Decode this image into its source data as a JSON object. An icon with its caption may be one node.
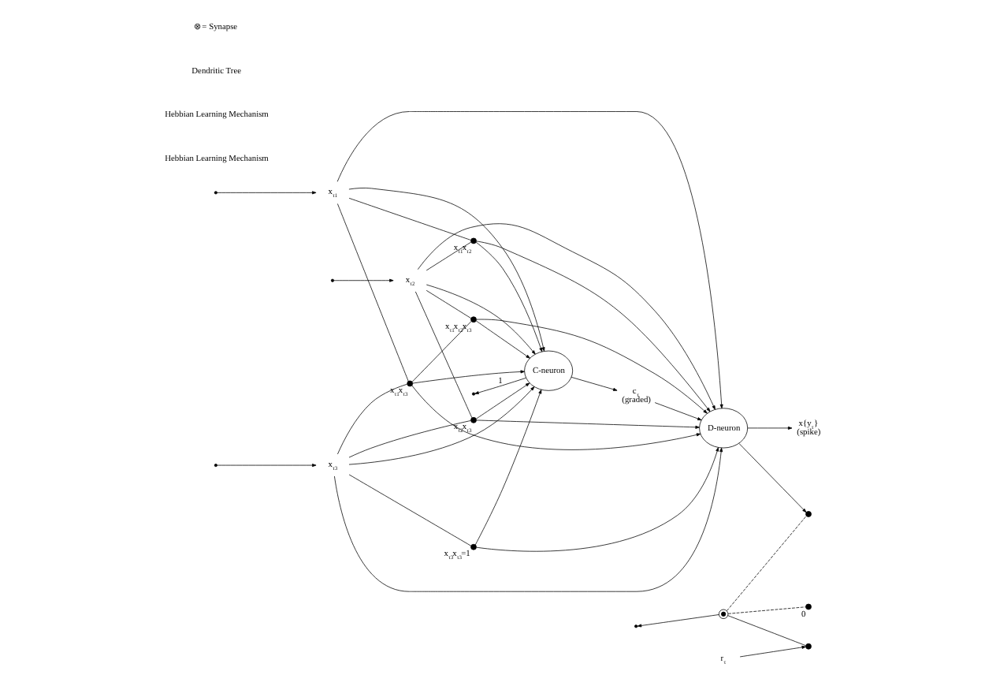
{
  "diagram": {
    "nodes": [
      {
        "text": [
          "x$_{τ1}$"
        ]
      },
      {
        "text": [
          "x$_{τ2}$"
        ]
      },
      {
        "text": [
          "x$_{τ3}$"
        ]
      },
      {
        "text": [],
        "shape": "circle",
        "beside": [
          "x$_{τ1}$x$_{τ2}$"
        ]
      },
      {
        "text": [],
        "shape": "circle",
        "beside": [
          "x$_{τ1}$x$_{τ3}$"
        ]
      },
      {
        "text": [],
        "shape": "circle",
        "beside": [
          "x$_{τ1}$x$_{τ2}$x$_{τ3}$"
        ]
      },
      {
        "text": [],
        "shape": "circle",
        "beside": [
          "x$_{τ2}$x$_{τ3}$"
        ]
      },
      {
        "text": [],
        "shape": "circle",
        "beside": [
          "x$_{τ3}$x$_{τ3}$=1"
        ]
      },
      {
        "text": [
          "D-neuron"
        ]
      },
      {
        "text": [
          "C-neuron"
        ]
      },
      {
        "text": [],
        "shape": "circle"
      },
      {
        "text": [],
        "shape": "circle"
      },
      {
        "text": [],
        "shape": "circle",
        "beside": [
          "0"
        ]
      },
      {
        "text": [],
        "shape": "circle"
      },
      {
        "text": [
          "x{y$_{τ}$}",
          "(spike)"
        ]
      },
      {
        "text": [
          "c$_{τ}$",
          "(graded)"
        ]
      },
      {
        "text": [
          "r$_{τ}$"
        ]
      }
    ],
    "edges": [
      {
        "from": null,
        "to": 0,
        "arrow": "to"
      },
      {
        "from": null,
        "to": 1,
        "arrow": "to"
      },
      {
        "from": null,
        "to": 2,
        "arrow": "to"
      },
      {
        "from": 0,
        "to": 3,
        "arrow": "none"
      },
      {
        "from": 1,
        "to": 3,
        "arrow": "none"
      },
      {
        "from": 0,
        "to": 4,
        "arrow": "none"
      },
      {
        "from": 2,
        "to": 4,
        "arrow": "none"
      },
      {
        "from": 4,
        "to": 5,
        "arrow": "none"
      },
      {
        "from": 1,
        "to": 5,
        "arrow": "none"
      },
      {
        "from": 1,
        "to": 6,
        "arrow": "none"
      },
      {
        "from": 2,
        "to": 6,
        "arrow": "none"
      },
      {
        "from": 2,
        "to": 7,
        "arrow": "none"
      },
      {
        "from": 0,
        "to": 8,
        "arrow": "to"
      },
      {
        "from": 1,
        "to": 8,
        "arrow": "to"
      },
      {
        "from": 2,
        "to": 8,
        "arrow": "to"
      },
      {
        "from": 3,
        "to": 8,
        "arrow": "to"
      },
      {
        "from": 4,
        "to": 8,
        "arrow": "to"
      },
      {
        "from": 5,
        "to": 8,
        "arrow": "to"
      },
      {
        "from": 6,
        "to": 8,
        "arrow": "to"
      },
      {
        "from": 7,
        "to": 8,
        "arrow": "to"
      },
      {
        "from": 0,
        "to": 9,
        "arrow": "to"
      },
      {
        "from": 1,
        "to": 9,
        "arrow": "to"
      },
      {
        "from": 2,
        "to": 9,
        "arrow": "to"
      },
      {
        "from": 3,
        "to": 9,
        "arrow": "to"
      },
      {
        "from": 4,
        "to": 9,
        "arrow": "to"
      },
      {
        "from": 5,
        "to": 9,
        "arrow": "to"
      },
      {
        "from": 6,
        "to": 9,
        "arrow": "to"
      },
      {
        "from": 7,
        "to": 9,
        "arrow": "to"
      },
      {
        "from": 8,
        "to": 14,
        "arrow": "to"
      },
      {
        "from": 9,
        "to": 15,
        "arrow": "to"
      },
      {
        "from": 15,
        "to": 8,
        "arrow": "to"
      },
      {
        "from": 8,
        "to": 13,
        "arrow": "to"
      },
      {
        "from": 10,
        "to": 11,
        "arrow": "none"
      },
      {
        "from": 10,
        "to": 12,
        "arrow": "none",
        "style": "dashed"
      },
      {
        "from": 10,
        "to": 13,
        "arrow": "none",
        "style": "dashed"
      },
      {
        "from": 16,
        "to": 11,
        "arrow": "to"
      },
      {
        "from": 10,
        "to": null,
        "arrow": "to"
      },
      {
        "from": 9,
        "to": null,
        "arrow": "to",
        "label": "1"
      }
    ],
    "labels": [
      "Hebbian Learning Mechanism",
      "Hebbian Learning Mechanism",
      "Dendritic Tree",
      "⊗ = Synapse"
    ]
  }
}
